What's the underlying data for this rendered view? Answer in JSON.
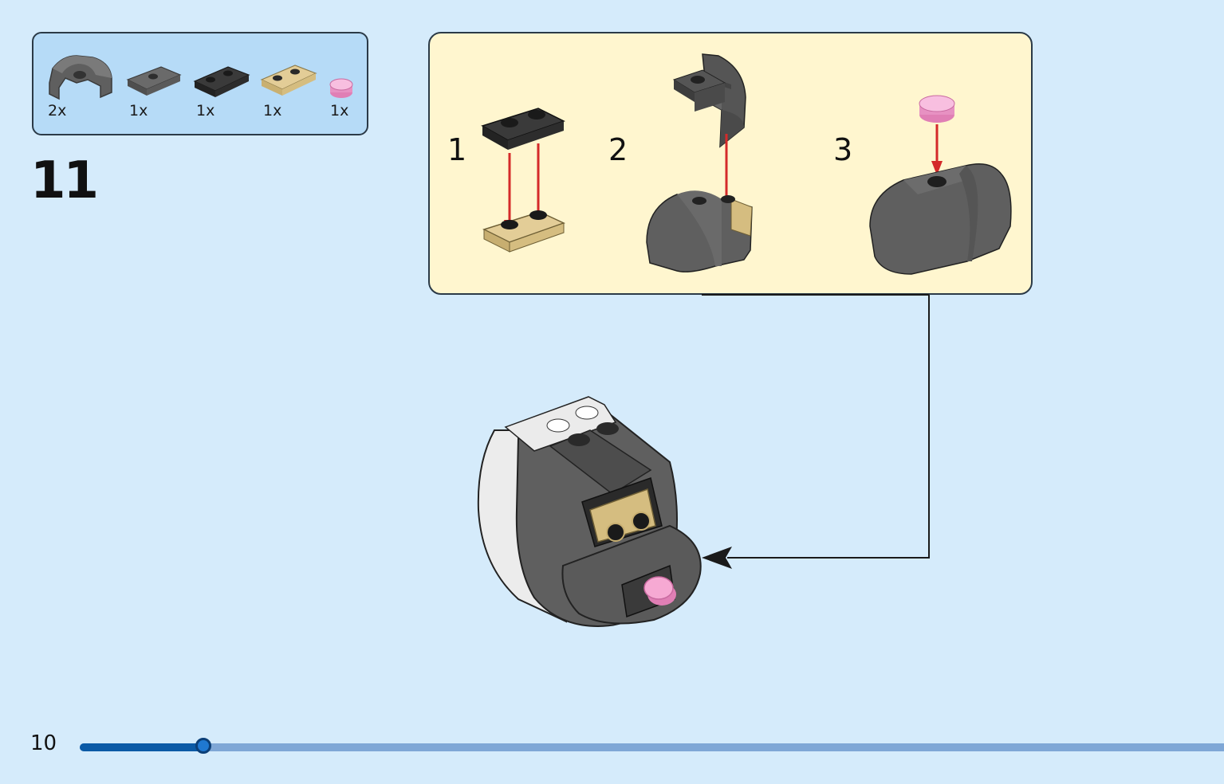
{
  "parts": [
    {
      "qty": "2x",
      "icon": "dark-gray-curved-slope-icon"
    },
    {
      "qty": "1x",
      "icon": "dark-gray-plate-1x2-jumper-icon"
    },
    {
      "qty": "1x",
      "icon": "black-plate-1x2-icon"
    },
    {
      "qty": "1x",
      "icon": "tan-plate-1x2-icon"
    },
    {
      "qty": "1x",
      "icon": "pink-round-tile-icon"
    }
  ],
  "step": {
    "number": "11"
  },
  "substeps": [
    {
      "number": "1"
    },
    {
      "number": "2"
    },
    {
      "number": "3"
    }
  ],
  "page": {
    "number": "10"
  },
  "progress": {
    "fraction": 0.108
  },
  "colors": {
    "background": "#d5ebfb",
    "parts_box": "#b6dbf7",
    "substep_box": "#fff6cf",
    "arrow": "#d42a2a",
    "dark_gray": "#5f5f5f",
    "black": "#2a2a2a",
    "tan": "#dcc58e",
    "pink": "#f6a9d3",
    "progress_fill": "#0b5aa6",
    "progress_track": "#7fa7d6"
  }
}
